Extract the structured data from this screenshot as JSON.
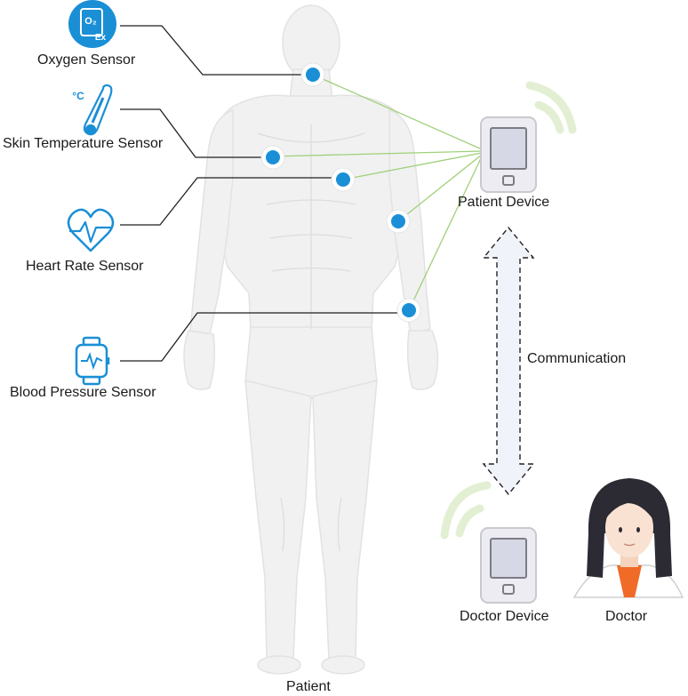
{
  "sensors": {
    "oxygen": {
      "label": "Oxygen Sensor",
      "icon": "oxygen-o2-icon"
    },
    "skin_temperature": {
      "label": "Skin Temperature Sensor",
      "icon": "thermometer-icon"
    },
    "heart_rate": {
      "label": "Heart Rate Sensor",
      "icon": "heart-pulse-icon"
    },
    "blood_pressure": {
      "label": "Blood Pressure Sensor",
      "icon": "smartwatch-icon"
    }
  },
  "oxygen_icon_text": {
    "top": "O₂",
    "bottom": "Ex"
  },
  "temperature_icon_text": "°C",
  "patient_device": {
    "label": "Patient Device",
    "icon": "tablet-icon"
  },
  "doctor_device": {
    "label": "Doctor Device",
    "icon": "tablet-icon"
  },
  "doctor": {
    "label": "Doctor",
    "icon": "doctor-avatar-icon"
  },
  "patient": {
    "label": "Patient"
  },
  "communication": {
    "label": "Communication"
  },
  "colors": {
    "sensor_blue": "#1a8fd6",
    "link_green": "#9fd07a",
    "body_fill": "#f1f1f1",
    "signal_green": "#e3efd3"
  }
}
